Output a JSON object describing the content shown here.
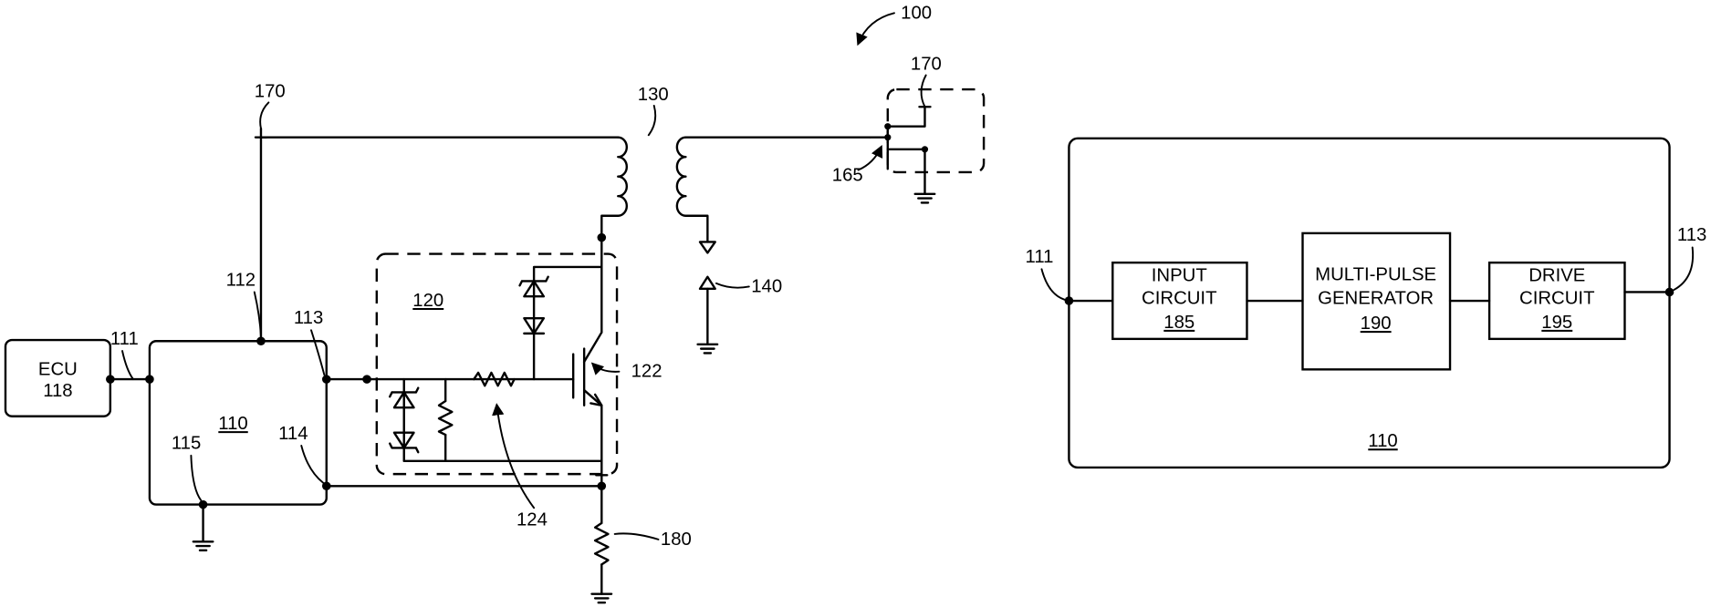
{
  "labels": {
    "ref_100": "100",
    "ref_170_left": "170",
    "ref_170_right": "170",
    "ref_130": "130",
    "ref_165": "165",
    "ref_140": "140",
    "ref_112": "112",
    "ref_113_left": "113",
    "ref_111_left": "111",
    "ref_120": "120",
    "ref_122": "122",
    "ref_110_left": "110",
    "ref_115": "115",
    "ref_114": "114",
    "ref_124": "124",
    "ref_180": "180",
    "ref_111_right": "111",
    "ref_113_right": "113",
    "ref_110_right": "110"
  },
  "ecu": {
    "name": "ECU",
    "ref": "118"
  },
  "blocks": [
    {
      "line1": "INPUT",
      "line2": "CIRCUIT",
      "ref": "185"
    },
    {
      "line1": "MULTI-PULSE",
      "line2": "GENERATOR",
      "ref": "190"
    },
    {
      "line1": "DRIVE",
      "line2": "CIRCUIT",
      "ref": "195"
    }
  ]
}
